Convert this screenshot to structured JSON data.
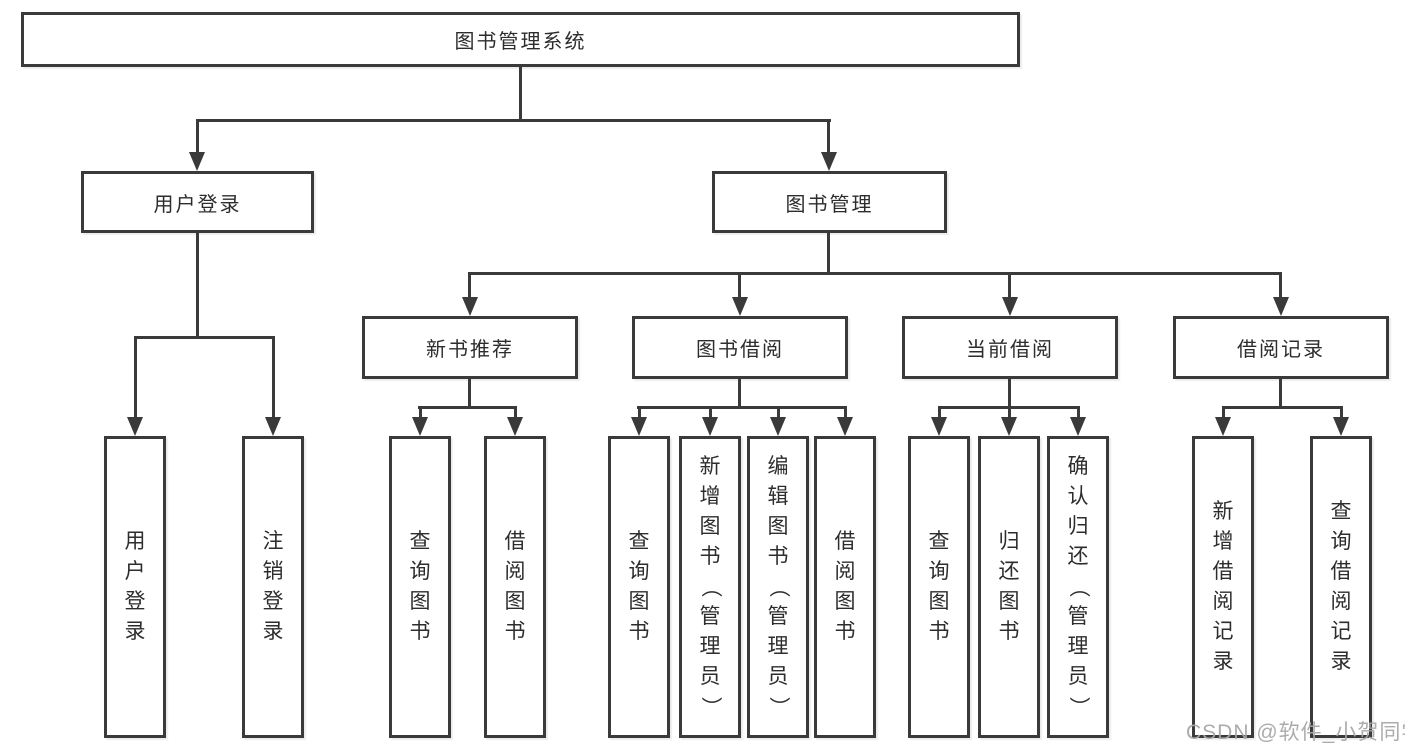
{
  "diagram": {
    "root": {
      "label": "图书管理系统"
    },
    "branches": [
      {
        "label": "用户登录",
        "children": [
          {
            "label": "用户登录"
          },
          {
            "label": "注销登录"
          }
        ]
      },
      {
        "label": "图书管理",
        "groups": [
          {
            "label": "新书推荐",
            "children": [
              {
                "label": "查询图书"
              },
              {
                "label": "借阅图书"
              }
            ]
          },
          {
            "label": "图书借阅",
            "children": [
              {
                "label": "查询图书"
              },
              {
                "label": "新增图书（管理员）"
              },
              {
                "label": "编辑图书（管理员）"
              },
              {
                "label": "借阅图书"
              }
            ]
          },
          {
            "label": "当前借阅",
            "children": [
              {
                "label": "查询图书"
              },
              {
                "label": "归还图书"
              },
              {
                "label": "确认归还（管理员）"
              }
            ]
          },
          {
            "label": "借阅记录",
            "children": [
              {
                "label": "新增借阅记录"
              },
              {
                "label": "查询借阅记录"
              }
            ]
          }
        ]
      }
    ]
  },
  "watermark": "CSDN @软件_小贺同学",
  "colors": {
    "line": "#3a3a3a",
    "text": "#2d2d2d",
    "background": "#ffffff",
    "watermark": "#a8a8a8"
  }
}
